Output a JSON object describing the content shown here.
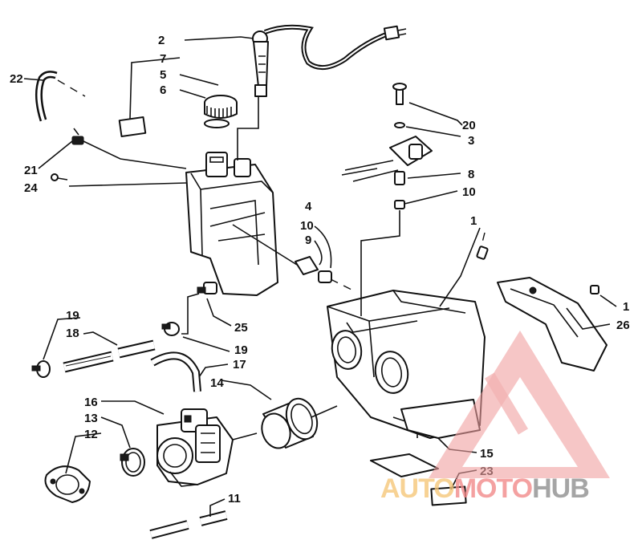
{
  "callouts": {
    "c1": "1",
    "c2": "2",
    "c3": "3",
    "c4": "4",
    "c5": "5",
    "c6": "6",
    "c7": "7",
    "c8": "8",
    "c9": "9",
    "c10": "10",
    "c11": "11",
    "c12": "12",
    "c13": "13",
    "c14": "14",
    "c15": "15",
    "c16": "16",
    "c17": "17",
    "c18": "18",
    "c19": "19",
    "c20": "20",
    "c21": "21",
    "c22": "22",
    "c23": "23",
    "c24": "24",
    "c25": "25",
    "c26": "26"
  },
  "watermark": {
    "part1": "AUTO",
    "part2": "MOTO",
    "part3": "HUB",
    "colors": {
      "auto": "#f6c77a",
      "moto": "#f28a8a",
      "hub": "#8f8f8f",
      "triangle": "#f0a0a0"
    }
  }
}
